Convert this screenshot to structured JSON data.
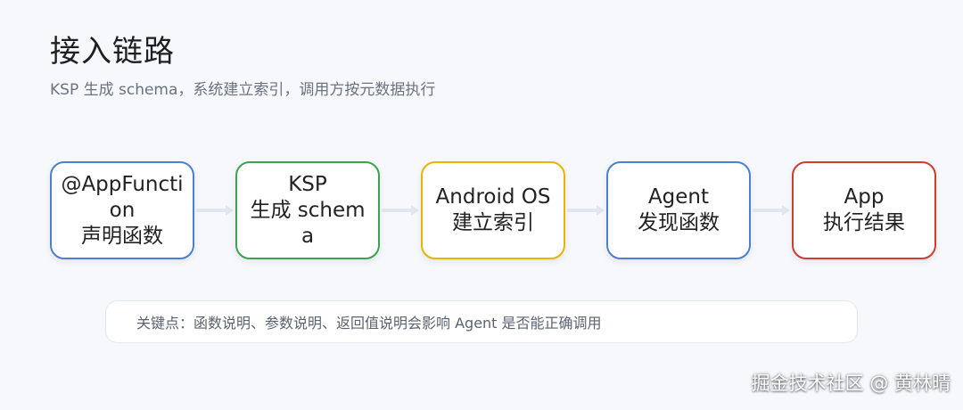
{
  "header": {
    "title": "接入链路",
    "subtitle": "KSP 生成 schema，系统建立索引，调用方按元数据执行"
  },
  "flow": {
    "nodes": [
      {
        "label": "@AppFunction\n声明函数",
        "border_color": "#4a7fd6"
      },
      {
        "label": "KSP\n生成 schema",
        "border_color": "#3aa34f"
      },
      {
        "label": "Android OS\n建立索引",
        "border_color": "#e8b400"
      },
      {
        "label": "Agent\n发现函数",
        "border_color": "#4a7fd6"
      },
      {
        "label": "App\n执行结果",
        "border_color": "#d23c2f"
      }
    ],
    "connector_color": "#dfe6ef"
  },
  "note": {
    "text": "关键点：函数说明、参数说明、返回值说明会影响 Agent 是否能正确调用"
  },
  "watermark": {
    "text": "掘金技术社区 @ 黄林晴"
  }
}
